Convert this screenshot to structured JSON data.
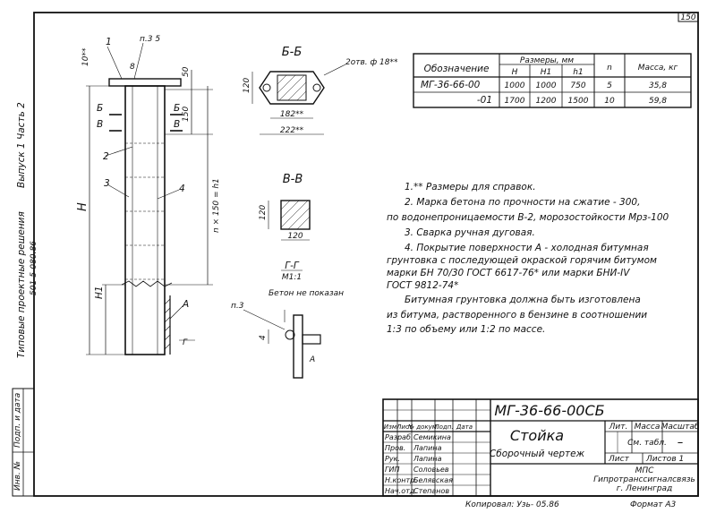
{
  "sheet": {
    "page_number": "150",
    "format": "Формат А3",
    "copied": "Копировал: Узь- 05.86"
  },
  "left_margin": {
    "series_title": "Типовые проектные решения",
    "series_code": "501-5-080.86",
    "issue": "Выпуск 1  Часть 2",
    "stamp_labels": [
      "Подп. и дата",
      "Инв. №"
    ]
  },
  "main_view": {
    "labels": {
      "callout_1": "1",
      "callout_2": "2",
      "callout_3": "3",
      "callout_4": "4",
      "callout_5": "п.3 5",
      "dim_10": "10**",
      "dim_50": "50",
      "dim_150": "150",
      "dim_8": "8",
      "dim_h": "H",
      "dim_h1": "H1",
      "dim_nx": "n × 150 = h1",
      "section_b_top": "Б",
      "section_b_bottom": "Б",
      "section_v_top": "В",
      "section_v_bottom": "В",
      "point_a": "А",
      "section_g": "Г"
    }
  },
  "section_bb": {
    "title": "Б-Б",
    "holes_note": "2отв. ф 18**",
    "dim_120": "120",
    "dim_182": "182**",
    "dim_222": "222**"
  },
  "section_vv": {
    "title": "В-В",
    "dim_120_v": "120",
    "dim_120_h": "120"
  },
  "section_gg": {
    "title": "Г-Г",
    "scale": "М1:1",
    "note": "Бетон не показан"
  },
  "detail_a": {
    "label": "п.3",
    "dim_4": "4",
    "point_a": "А"
  },
  "spec_table": {
    "headers": {
      "designation": "Обозначение",
      "dims": "Размеры, мм",
      "H": "H",
      "H1": "H1",
      "h1": "h1",
      "n": "n",
      "mass": "Масса, кг"
    },
    "rows": [
      {
        "designation": "МГ-36-66-00",
        "H": "1000",
        "H1": "1000",
        "h1": "750",
        "n": "5",
        "mass": "35,8"
      },
      {
        "designation": "-01",
        "H": "1700",
        "H1": "1200",
        "h1": "1500",
        "n": "10",
        "mass": "59,8"
      }
    ]
  },
  "notes": [
    "1.** Размеры для справок.",
    "2. Марка бетона по прочности на сжатие - 300,",
    "по водонепроницаемости В-2, морозостойкости Мрз-100",
    "3. Сварка ручная дуговая.",
    "4. Покрытие поверхности А - холодная битумная",
    "грунтовка с последующей окраской горячим битумом",
    "марки БН 70/30 ГОСТ 6617-76* или марки БНИ-IV",
    "ГОСТ 9812-74*",
    "Битумная грунтовка должна быть изготовлена",
    "из битума, растворенного в бензине в соотношении",
    "1:3 по объему или 1:2 по массе."
  ],
  "title_block": {
    "doc_code": "МГ-36-66-00СБ",
    "name": "Стойка",
    "doc_type": "Сборочный чертеж",
    "col_lit": "Лит.",
    "col_mass": "Масса",
    "col_scale": "Масштаб",
    "mass_value": "См. табл.",
    "scale_value": "–",
    "sheet": "Лист",
    "sheets": "Листов 1",
    "org_1": "МПС",
    "org_2": "Гипротранссигналсвязь",
    "org_3": "г. Ленинград",
    "header_row": [
      "Изм",
      "Лист",
      "№ докум.",
      "Подп.",
      "Дата"
    ],
    "roles": [
      {
        "role": "Разраб.",
        "name": "Семикина"
      },
      {
        "role": "Пров.",
        "name": "Лапина"
      },
      {
        "role": "Рук.",
        "name": "Лапина"
      },
      {
        "role": "ГИП",
        "name": "Соловьев"
      },
      {
        "role": "Н.контр.",
        "name": "Белявская"
      },
      {
        "role": "Нач.отд.",
        "name": "Степанов"
      }
    ]
  }
}
